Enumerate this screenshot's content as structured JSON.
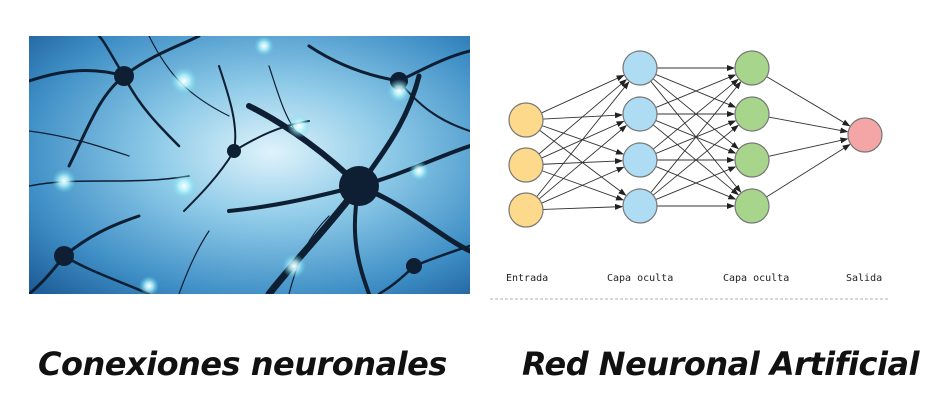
{
  "left_panel": {
    "caption": "Conexiones neuronales"
  },
  "right_panel": {
    "caption": "Red Neuronal Artificial",
    "layer_labels": [
      "Entrada",
      "Capa oculta",
      "Capa oculta",
      "Salida"
    ],
    "layer_sizes": [
      3,
      4,
      4,
      1
    ],
    "node_colors": {
      "input": "#fdd98b",
      "hidden1": "#aedcf2",
      "hidden2": "#a8d58c",
      "output": "#f4a6a6"
    }
  }
}
